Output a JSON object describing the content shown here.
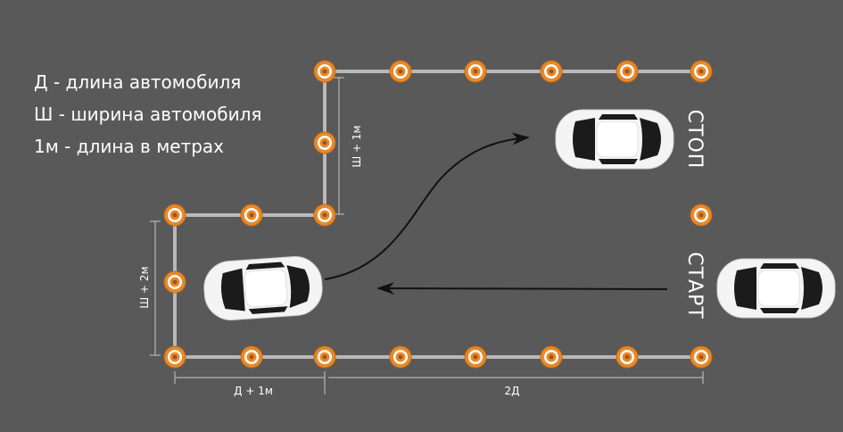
{
  "legend": {
    "d": "Д - длина автомобиля",
    "w": "Ш - ширина автомобиля",
    "m": "1м - длина в метрах"
  },
  "dimensions": {
    "upper_width": "Ш + 1м",
    "lower_width": "Ш + 2м",
    "bottom_left": "Д + 1м",
    "bottom_right": "2Д"
  },
  "labels": {
    "stop": "СТОП",
    "start": "СТАРТ"
  },
  "colors": {
    "background": "#59595a",
    "boundary": "#b9b9b9",
    "cone_outer": "#e8892a",
    "cone_ring": "#ffffff",
    "car_body": "#f4f4f4",
    "car_glass": "#1b1b1b",
    "arrow": "#111111"
  }
}
